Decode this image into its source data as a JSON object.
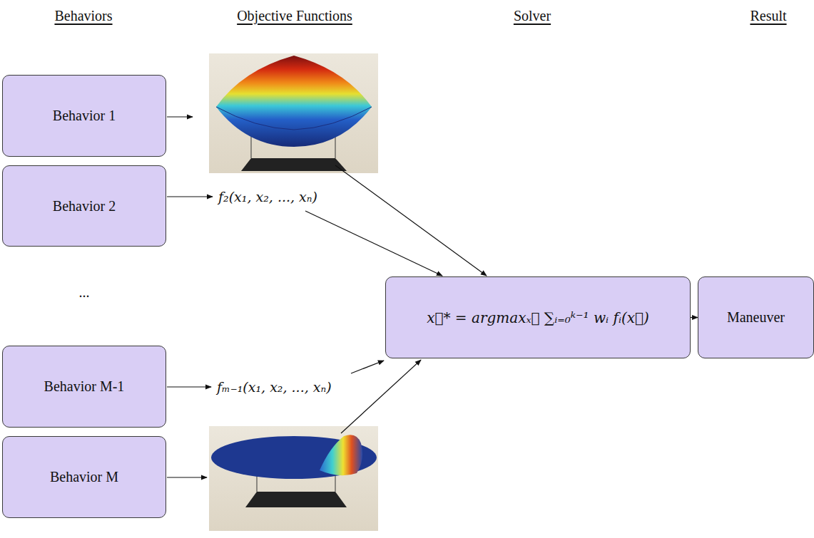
{
  "diagram": {
    "nodes": [
      {
        "text": [
          "Behavior 1"
        ]
      },
      {
        "text": [
          "Behavior 2"
        ]
      },
      {
        "text": [
          "Behavior M-1"
        ]
      },
      {
        "text": [
          "Behavior M"
        ]
      },
      {
        "text": [
          "x⃗* = argmaxₓ⃗ ∑ᵢ₌₀ᵏ⁻¹ wᵢ fᵢ(x⃗)"
        ]
      },
      {
        "text": [
          "Maneuver"
        ]
      }
    ],
    "edges": [
      {
        "from": 4,
        "to": 5,
        "arrow": "to"
      }
    ],
    "labels": [
      "Behaviors",
      "Objective Functions",
      "Solver",
      "Result",
      "...",
      "f₂(x₁, x₂, ..., xₙ)",
      "fₘ₋₁(x₁, x₂, ..., xₙ)"
    ]
  }
}
